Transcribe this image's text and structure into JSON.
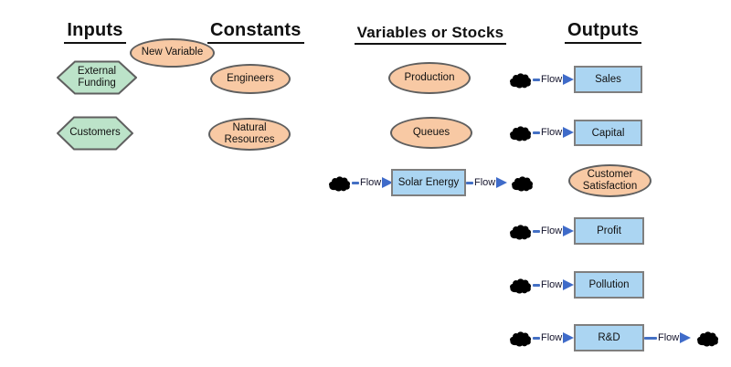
{
  "diagram": {
    "headers": [
      {
        "id": "inputs",
        "label": "Inputs"
      },
      {
        "id": "constants",
        "label": "Constants"
      },
      {
        "id": "variables",
        "label": "Variables or Stocks"
      },
      {
        "id": "outputs",
        "label": "Outputs"
      }
    ],
    "flow_label": "Flow",
    "nodes": {
      "new_variable": {
        "label": "New Variable",
        "shape": "ellipse",
        "column": "Inputs"
      },
      "external_funding": {
        "label": "External Funding",
        "shape": "hexagon",
        "column": "Inputs"
      },
      "customers": {
        "label": "Customers",
        "shape": "hexagon",
        "column": "Inputs"
      },
      "engineers": {
        "label": "Engineers",
        "shape": "ellipse",
        "column": "Constants"
      },
      "natural_resources": {
        "label": "Natural Resources",
        "shape": "ellipse",
        "column": "Constants"
      },
      "production": {
        "label": "Production",
        "shape": "ellipse",
        "column": "Variables or Stocks"
      },
      "queues": {
        "label": "Queues",
        "shape": "ellipse",
        "column": "Variables or Stocks"
      },
      "solar_energy": {
        "label": "Solar Energy",
        "shape": "stock",
        "column": "Variables or Stocks",
        "flow_in": true,
        "flow_out": true
      },
      "sales": {
        "label": "Sales",
        "shape": "stock",
        "column": "Outputs",
        "flow_in": true
      },
      "capital": {
        "label": "Capital",
        "shape": "stock",
        "column": "Outputs",
        "flow_in": true
      },
      "customer_satisfaction": {
        "label": "Customer Satisfaction",
        "shape": "ellipse",
        "column": "Outputs"
      },
      "profit": {
        "label": "Profit",
        "shape": "stock",
        "column": "Outputs",
        "flow_in": true
      },
      "pollution": {
        "label": "Pollution",
        "shape": "stock",
        "column": "Outputs",
        "flow_in": true
      },
      "rd": {
        "label": "R&D",
        "shape": "stock",
        "column": "Outputs",
        "flow_in": true,
        "flow_out": true
      }
    },
    "colors": {
      "ellipse_fill": "#F8C9A4",
      "hexagon_fill": "#BCE3C9",
      "stock_fill": "#ABD5F2",
      "shape_border": "#5f5f5f",
      "stock_border": "#7f7f7f",
      "flow_blue": "#4470c4",
      "cloud_outline": "#b5b5b5",
      "text": "#111111"
    }
  }
}
